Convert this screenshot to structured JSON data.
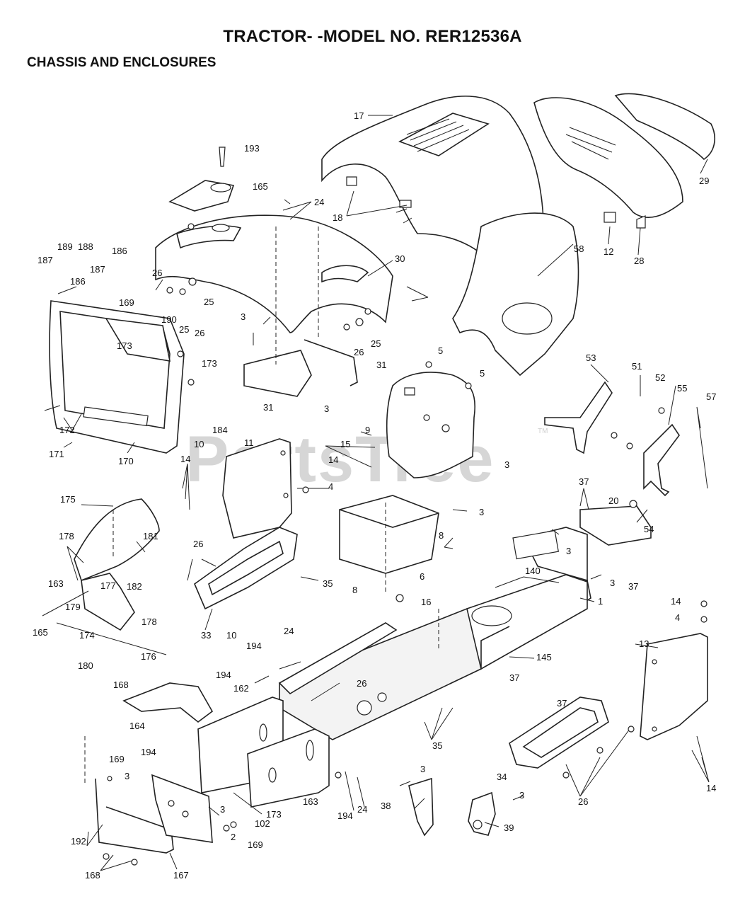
{
  "header": {
    "title": "TRACTOR- -MODEL NO. RER12536A",
    "subtitle": "CHASSIS AND ENCLOSURES"
  },
  "watermark": {
    "text": "PartsTree",
    "tm": "TM"
  },
  "callouts": [
    "193",
    "165",
    "24",
    "17",
    "18",
    "29",
    "12",
    "28",
    "30",
    "58",
    "189",
    "188",
    "187",
    "186",
    "186",
    "187",
    "169",
    "26",
    "25",
    "190",
    "173",
    "25",
    "26",
    "173",
    "3",
    "26",
    "25",
    "31",
    "31",
    "3",
    "5",
    "5",
    "172",
    "171",
    "170",
    "184",
    "10",
    "11",
    "14",
    "15",
    "9",
    "3",
    "4",
    "14",
    "53",
    "51",
    "52",
    "55",
    "57",
    "54",
    "37",
    "20",
    "37",
    "3",
    "175",
    "178",
    "181",
    "163",
    "177",
    "182",
    "179",
    "165",
    "174",
    "178",
    "180",
    "176",
    "26",
    "35",
    "33",
    "10",
    "3",
    "8",
    "6",
    "16",
    "140",
    "3",
    "8",
    "1",
    "145",
    "37",
    "37",
    "14",
    "4",
    "13",
    "24",
    "194",
    "26",
    "194",
    "168",
    "162",
    "164",
    "194",
    "35",
    "169",
    "3",
    "3",
    "173",
    "102",
    "163",
    "194",
    "24",
    "38",
    "3",
    "3",
    "39",
    "34",
    "26",
    "14",
    "192",
    "2",
    "169",
    "168",
    "167"
  ]
}
